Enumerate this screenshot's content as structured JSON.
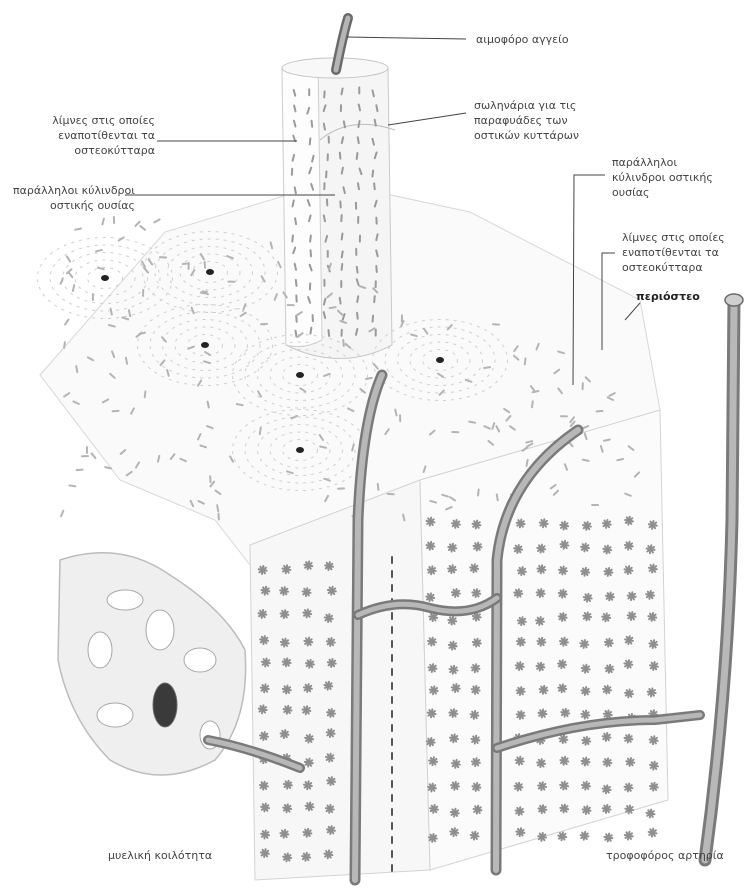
{
  "labels": {
    "blood_vessel": "αιμοφόρο αγγείο",
    "canaliculi": "σωληνάρια για τις\nπαραφυάδες των\nοστικών κυττάρων",
    "lacunae_left": "λίμνες στις οποίες\nεναποτίθενται τα\nοστεοκύτταρα",
    "lamellae_left": "παράλληλοι κύλινδροι\nοστικής ουσίας",
    "lamellae_right": "παράλληλοι\nκύλινδροι οστικής\nουσίας",
    "lacunae_right": "λίμνες στις οποίες\nεναποτίθενται τα\nοστεοκύτταρα",
    "periosteum": "περιόστεο",
    "marrow_cavity": "μυελική κοιλότητα",
    "nutrient_artery": "τροφοφόρος αρτηρία"
  },
  "colors": {
    "vessel": "#8a8a8a",
    "tissue": "#9a9a9a",
    "leader": "#444444",
    "background": "#ffffff"
  }
}
